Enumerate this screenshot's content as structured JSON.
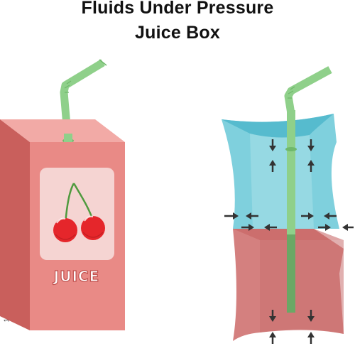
{
  "title": {
    "line1": "Fluids Under Pressure",
    "line2": "Juice Box"
  },
  "box": {
    "label": "JUICE"
  },
  "stock_id": "1457285186",
  "colors": {
    "box_front": "#e98a86",
    "box_side": "#c95f5c",
    "box_top": "#f2aaa6",
    "straw": "#8fd08a",
    "air": "#57c3d6",
    "juice": "#d4807f",
    "arrow": "#333333",
    "cherry": "#e5262b"
  },
  "icons": [
    "cherry-icon",
    "straw-icon",
    "arrow-icon"
  ]
}
